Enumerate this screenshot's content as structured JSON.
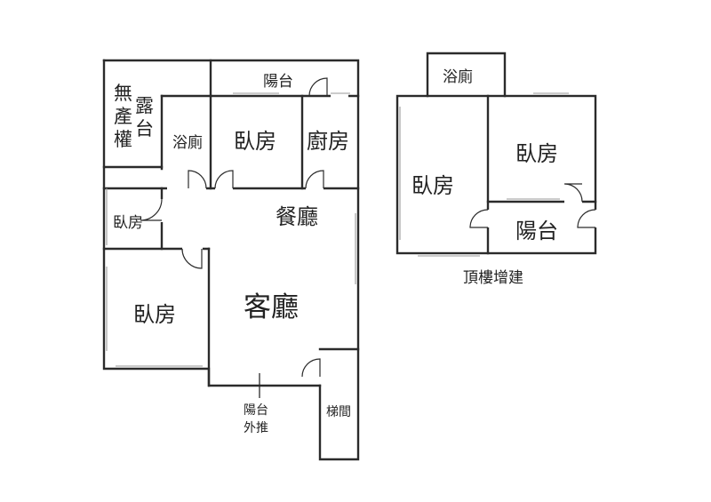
{
  "rooms": {
    "no_title": "無\n產\n權",
    "terrace": "露\n台",
    "bath_main": "浴廁",
    "bedroom_top": "臥房",
    "kitchen": "廚房",
    "balcony_top": "陽台",
    "bedroom_small": "臥房",
    "dining": "餐廳",
    "bedroom_left": "臥房",
    "living": "客廳",
    "balcony_out": "陽台\n外推",
    "stair": "梯間",
    "roof_bath": "浴廁",
    "roof_bedroom_left": "臥房",
    "roof_bedroom_right": "臥房",
    "roof_balcony": "陽台",
    "roof_caption": "頂樓增建"
  }
}
